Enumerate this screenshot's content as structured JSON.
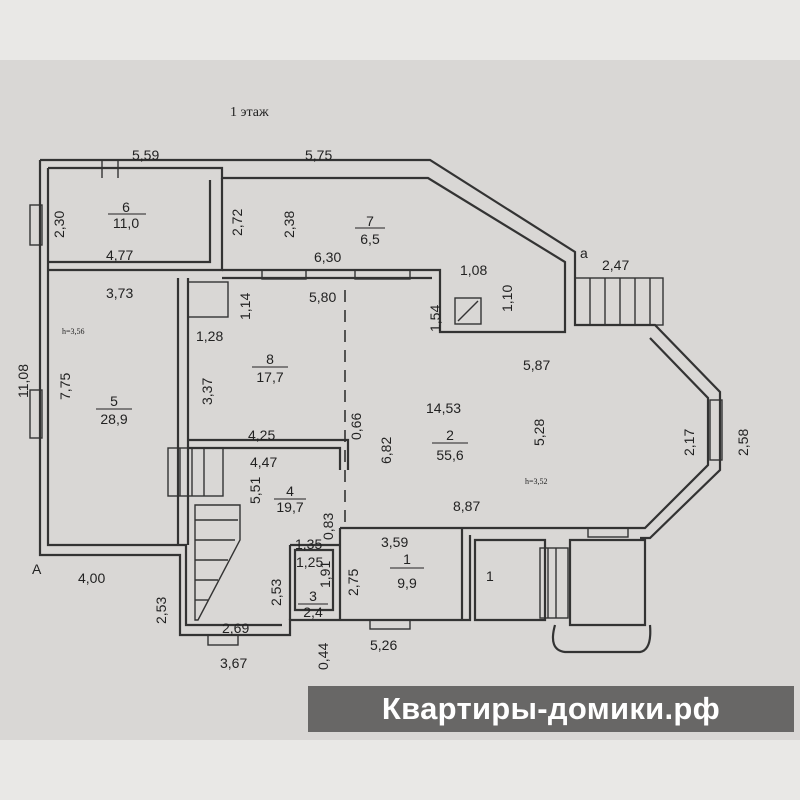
{
  "title": "1 этаж",
  "rooms": [
    {
      "number": "1",
      "area": "9,9"
    },
    {
      "number": "2",
      "area": "55,6"
    },
    {
      "number": "3",
      "area": "2,4"
    },
    {
      "number": "4",
      "area": "19,7"
    },
    {
      "number": "5",
      "area": "28,9"
    },
    {
      "number": "6",
      "area": "11,0"
    },
    {
      "number": "7",
      "area": "6,5"
    },
    {
      "number": "8",
      "area": "17,7"
    }
  ],
  "heights": {
    "room5": "h=3,56",
    "room2": "h=3,52"
  },
  "section_marks": {
    "a_lower": "а",
    "a_upper": "А",
    "door_1": "1"
  },
  "dimensions": {
    "top_left": "5,59",
    "top_right": "5,75",
    "d2_30": "2,30",
    "d4_77": "4,77",
    "d2_72": "2,72",
    "d2_38": "2,38",
    "d6_30": "6,30",
    "d2_47": "2,47",
    "d1_08": "1,08",
    "d1_10": "1,10",
    "d1_54": "1,54",
    "d5_80": "5,80",
    "d3_73": "3,73",
    "d1_14": "1,14",
    "d1_28": "1,28",
    "d11_08": "11,08",
    "d7_75": "7,75",
    "d3_37": "3,37",
    "d5_87": "5,87",
    "d14_53": "14,53",
    "d0_66": "0,66",
    "d5_28": "5,28",
    "d2_17": "2,17",
    "d2_58": "2,58",
    "d4_25": "4,25",
    "d6_82": "6,82",
    "d4_47": "4,47",
    "d5_51": "5,51",
    "d8_87": "8,87",
    "d0_83": "0,83",
    "d3_59": "3,59",
    "d1_35": "1,35",
    "d1_25": "1,25",
    "d1_91": "1,91",
    "d2_75": "2,75",
    "d2_53a": "2,53",
    "d4_00": "4,00",
    "d2_53b": "2,53",
    "d2_69": "2,69",
    "d5_26": "5,26",
    "d0_44": "0,44",
    "d3_67": "3,67"
  },
  "watermark": "Квартиры-домики.рф"
}
